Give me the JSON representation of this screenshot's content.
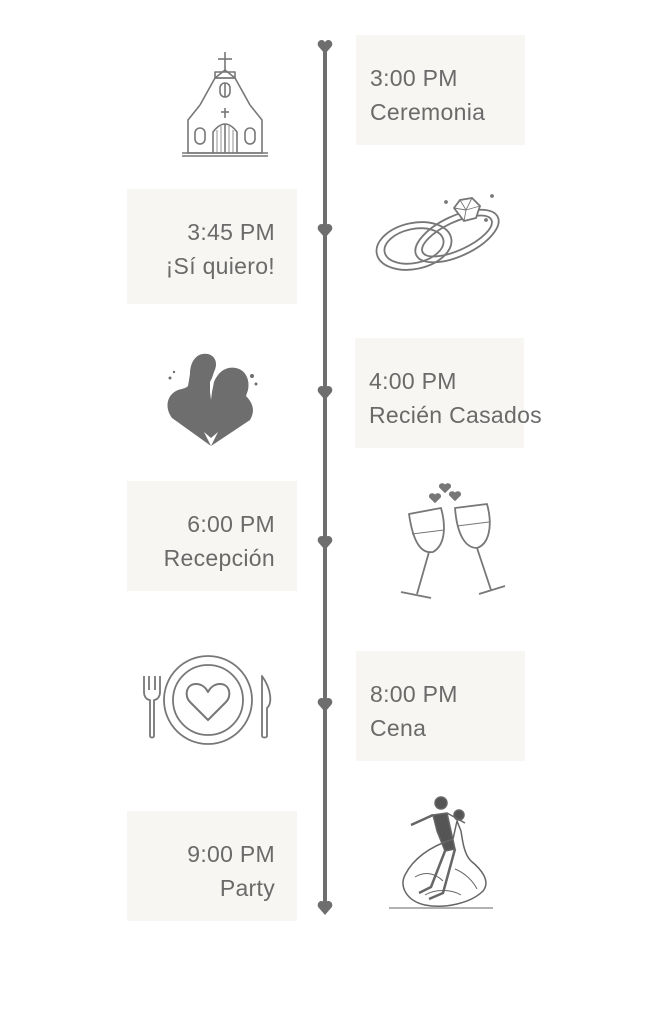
{
  "timeline": {
    "accent_color": "#6e6e6e",
    "card_color": "#f7f6f3",
    "events": [
      {
        "time": "3:00 PM",
        "label": "Ceremonia",
        "icon": "church-icon"
      },
      {
        "time": "3:45 PM",
        "label": "¡Sí quiero!",
        "icon": "wedding-rings-icon"
      },
      {
        "time": "4:00 PM",
        "label": "Recién Casados",
        "icon": "kissing-couple-icon"
      },
      {
        "time": "6:00 PM",
        "label": "Recepción",
        "icon": "champagne-toast-icon"
      },
      {
        "time": "8:00 PM",
        "label": "Cena",
        "icon": "dinner-plate-icon"
      },
      {
        "time": "9:00 PM",
        "label": "Party",
        "icon": "dancing-couple-icon"
      }
    ]
  }
}
